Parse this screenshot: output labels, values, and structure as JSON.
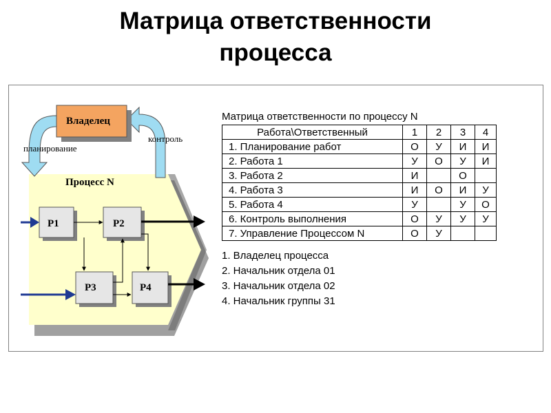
{
  "title_line1": "Матрица ответственности",
  "title_line2": "процесса",
  "diagram": {
    "owner": "Владелец",
    "planning": "планирование",
    "control": "контроль",
    "process": "Процесс N",
    "p1": "P1",
    "p2": "P2",
    "p3": "P3",
    "p4": "P4"
  },
  "matrix": {
    "title": "Матрица ответственности по процессу N",
    "header": [
      "Работа\\Ответственный",
      "1",
      "2",
      "3",
      "4"
    ],
    "rows": [
      [
        "1. Планирование работ",
        "О",
        "У",
        "И",
        "И"
      ],
      [
        "2. Работа 1",
        "У",
        "О",
        "У",
        "И"
      ],
      [
        "3. Работа 2",
        "И",
        "",
        "О",
        ""
      ],
      [
        "4. Работа 3",
        "И",
        "О",
        "И",
        "У"
      ],
      [
        "5. Работа 4",
        "У",
        "",
        "У",
        "О"
      ],
      [
        "6. Контроль выполнения",
        "О",
        "У",
        "У",
        "У"
      ],
      [
        "7. Управление Процессом N",
        "О",
        "У",
        "",
        ""
      ]
    ]
  },
  "legend": [
    "1. Владелец процесса",
    "2. Начальник отдела 01",
    "3. Начальник отдела 02",
    "4. Начальник группы 31"
  ]
}
